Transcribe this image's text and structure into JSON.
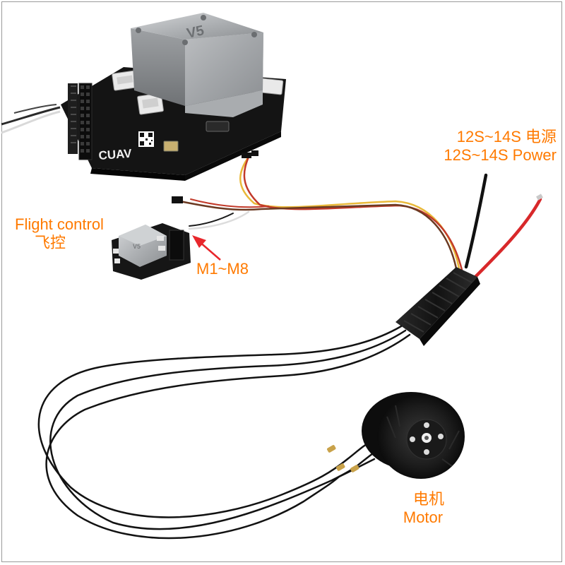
{
  "labels": {
    "power_zh": "12S~14S 电源",
    "power_en": "12S~14S Power",
    "flight_en": "Flight control",
    "flight_zh": "飞控",
    "motor_signal": "M1~M8",
    "motor_zh": "电机",
    "motor_en": "Motor"
  },
  "device_marks": {
    "fc_top_cover": "V5",
    "fc_brand": "CUAV",
    "fc_small_cover": "V5"
  },
  "colors": {
    "label_text": "#ff7a00",
    "arrow": "#e8262b",
    "power_positive_wire": "#d8282a",
    "power_negative_wire": "#111111",
    "signal_wire_yellow": "#e9b93a",
    "signal_wire_red": "#c23a2a",
    "signal_wire_brown": "#6b3a22",
    "esc_body": "#1b1b1b",
    "motor_body": "#151515",
    "fc_case": "#b9bcbf"
  }
}
